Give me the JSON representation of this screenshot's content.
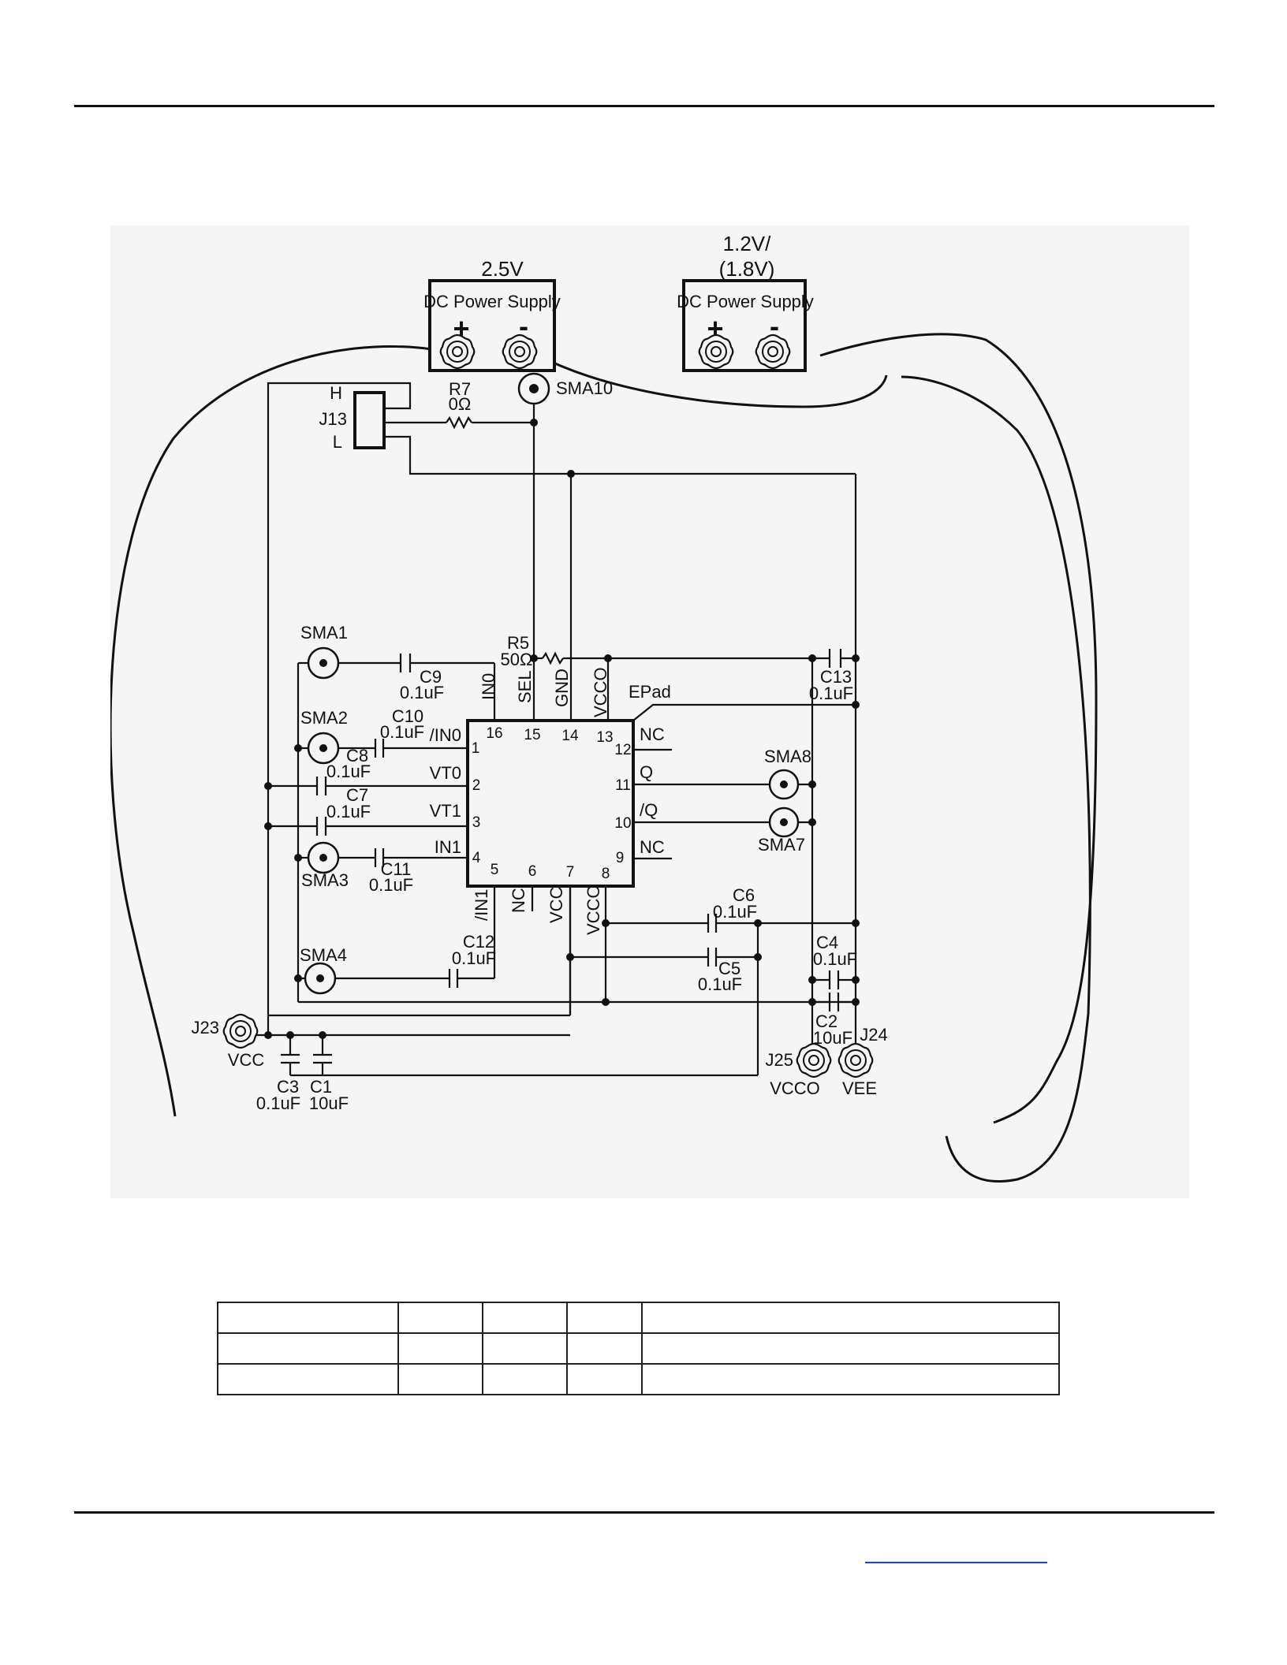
{
  "schematic": {
    "supplies": [
      {
        "voltage_line1": "2.5V",
        "voltage_line2": "",
        "title": "DC Power Supply",
        "plus": "+",
        "minus": "-"
      },
      {
        "voltage_line1": "1.2V/",
        "voltage_line2": "(1.8V)",
        "title": "DC Power Supply",
        "plus": "+",
        "minus": "-"
      }
    ],
    "jumper": {
      "ref": "J13",
      "high": "H",
      "low": "L"
    },
    "connectors": {
      "SMA1": "SMA1",
      "SMA2": "SMA2",
      "SMA3": "SMA3",
      "SMA4": "SMA4",
      "SMA7": "SMA7",
      "SMA8": "SMA8",
      "SMA10": "SMA10",
      "J23": "J23",
      "J24": "J24",
      "J25": "J25",
      "J23_net": "VCC",
      "J24_net": "VEE",
      "J25_net": "VCCO"
    },
    "resistors": {
      "R7": {
        "ref": "R7",
        "value": "0Ω"
      },
      "R5": {
        "ref": "R5",
        "value": "50Ω"
      }
    },
    "capacitors": {
      "C1": {
        "ref": "C1",
        "value": "10uF"
      },
      "C2": {
        "ref": "C2",
        "value": "10uF"
      },
      "C3": {
        "ref": "C3",
        "value": "0.1uF"
      },
      "C4": {
        "ref": "C4",
        "value": "0.1uF"
      },
      "C5": {
        "ref": "C5",
        "value": "0.1uF"
      },
      "C6": {
        "ref": "C6",
        "value": "0.1uF"
      },
      "C7": {
        "ref": "C7",
        "value": "0.1uF"
      },
      "C8": {
        "ref": "C8",
        "value": "0.1uF"
      },
      "C9": {
        "ref": "C9",
        "value": "0.1uF"
      },
      "C10": {
        "ref": "C10",
        "value": "0.1uF"
      },
      "C11": {
        "ref": "C11",
        "value": "0.1uF"
      },
      "C12": {
        "ref": "C12",
        "value": "0.1uF"
      },
      "C13": {
        "ref": "C13",
        "value": "0.1uF"
      }
    },
    "ic": {
      "epad": "EPad",
      "pins": {
        "p1": {
          "num": "1",
          "name": "/IN0"
        },
        "p2": {
          "num": "2",
          "name": "VT0"
        },
        "p3": {
          "num": "3",
          "name": "VT1"
        },
        "p4": {
          "num": "4",
          "name": "IN1"
        },
        "p5": {
          "num": "5",
          "name": "/IN1"
        },
        "p6": {
          "num": "6",
          "name": "NC"
        },
        "p7": {
          "num": "7",
          "name": "VCC"
        },
        "p8": {
          "num": "8",
          "name": "VCCO"
        },
        "p9": {
          "num": "9",
          "name": "NC"
        },
        "p10": {
          "num": "10",
          "name": "/Q"
        },
        "p11": {
          "num": "11",
          "name": "Q"
        },
        "p12": {
          "num": "12",
          "name": "NC"
        },
        "p13": {
          "num": "13",
          "name": "VCCO"
        },
        "p14": {
          "num": "14",
          "name": "GND"
        },
        "p15": {
          "num": "15",
          "name": "SEL"
        },
        "p16": {
          "num": "16",
          "name": "IN0"
        }
      }
    }
  },
  "table": {
    "rows": 3,
    "columns": 5
  }
}
